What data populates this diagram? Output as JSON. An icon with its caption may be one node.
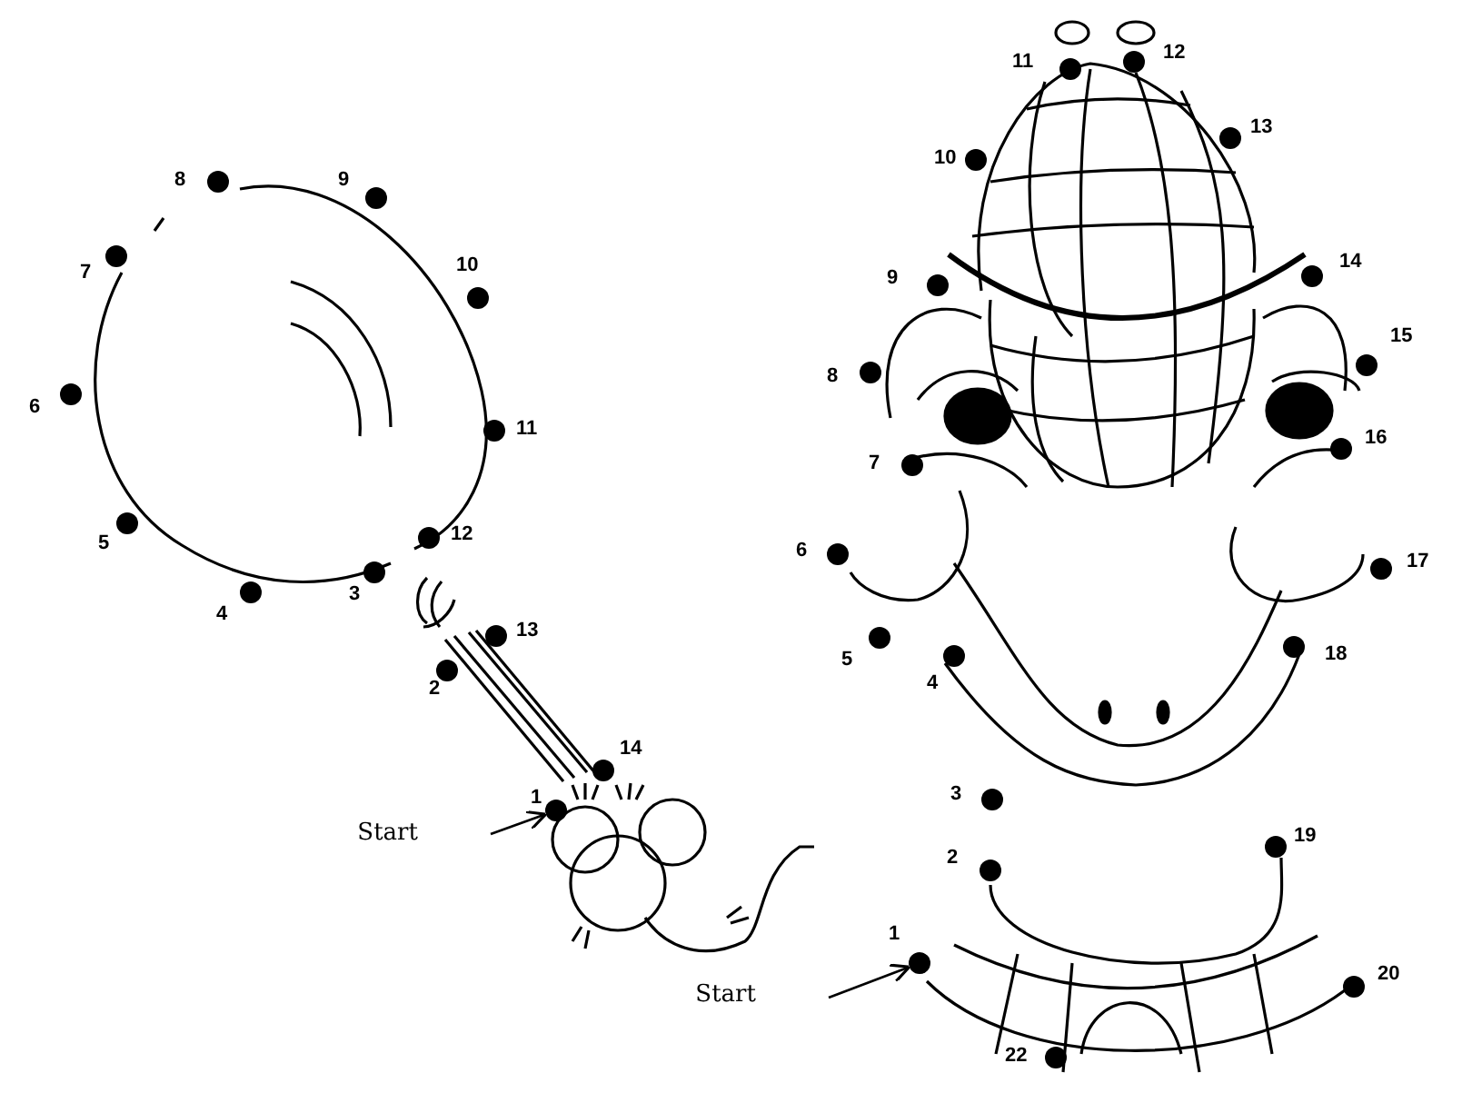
{
  "diagram": {
    "nodes": [
      {
        "text": [
          "Start"
        ]
      },
      {
        "text": [],
        "shape": "circle",
        "beside": [
          "1"
        ]
      },
      {
        "text": [],
        "shape": "circle",
        "beside": [
          "2"
        ]
      },
      {
        "text": [],
        "shape": "circle",
        "beside": [
          "3"
        ]
      },
      {
        "text": [],
        "shape": "circle",
        "beside": [
          "4"
        ]
      },
      {
        "text": [],
        "shape": "circle",
        "beside": [
          "5"
        ]
      },
      {
        "text": [],
        "shape": "circle",
        "beside": [
          "6"
        ]
      },
      {
        "text": [],
        "shape": "circle",
        "beside": [
          "7"
        ]
      },
      {
        "text": [],
        "shape": "circle",
        "beside": [
          "8"
        ]
      },
      {
        "text": [],
        "shape": "circle",
        "beside": [
          "9"
        ]
      },
      {
        "text": [],
        "shape": "circle",
        "beside": [
          "10"
        ]
      },
      {
        "text": [],
        "shape": "circle",
        "beside": [
          "11"
        ]
      },
      {
        "text": [],
        "shape": "circle",
        "beside": [
          "12"
        ]
      },
      {
        "text": [],
        "shape": "circle",
        "beside": [
          "13"
        ]
      },
      {
        "text": [],
        "shape": "circle",
        "beside": [
          "14"
        ]
      },
      {
        "text": [
          "Start"
        ]
      },
      {
        "text": [],
        "shape": "circle",
        "beside": [
          "1"
        ]
      },
      {
        "text": [],
        "shape": "circle",
        "beside": [
          "2"
        ]
      },
      {
        "text": [],
        "shape": "circle",
        "beside": [
          "3"
        ]
      },
      {
        "text": [],
        "shape": "circle",
        "beside": [
          "4"
        ]
      },
      {
        "text": [],
        "shape": "circle",
        "beside": [
          "5"
        ]
      },
      {
        "text": [],
        "shape": "circle",
        "beside": [
          "6"
        ]
      },
      {
        "text": [],
        "shape": "circle",
        "beside": [
          "7"
        ]
      },
      {
        "text": [],
        "shape": "circle",
        "beside": [
          "8"
        ]
      },
      {
        "text": [],
        "shape": "circle",
        "beside": [
          "9"
        ]
      },
      {
        "text": [],
        "shape": "circle",
        "beside": [
          "10"
        ]
      },
      {
        "text": [],
        "shape": "circle",
        "beside": [
          "11"
        ]
      },
      {
        "text": [],
        "shape": "circle",
        "beside": [
          "12"
        ]
      },
      {
        "text": [],
        "shape": "circle",
        "beside": [
          "13"
        ]
      },
      {
        "text": [],
        "shape": "circle",
        "beside": [
          "14"
        ]
      },
      {
        "text": [],
        "shape": "circle",
        "beside": [
          "15"
        ]
      },
      {
        "text": [],
        "shape": "circle",
        "beside": [
          "16"
        ]
      },
      {
        "text": [],
        "shape": "circle",
        "beside": [
          "17"
        ]
      },
      {
        "text": [],
        "shape": "circle",
        "beside": [
          "18"
        ]
      },
      {
        "text": [],
        "shape": "circle",
        "beside": [
          "19"
        ]
      },
      {
        "text": [],
        "shape": "circle",
        "beside": [
          "20"
        ]
      },
      {
        "text": [],
        "shape": "circle",
        "beside": [
          "22"
        ]
      }
    ],
    "edges": [
      {
        "from": 0,
        "to": 1,
        "arrow": "to"
      },
      {
        "from": 15,
        "to": 16,
        "arrow": "to"
      }
    ]
  }
}
